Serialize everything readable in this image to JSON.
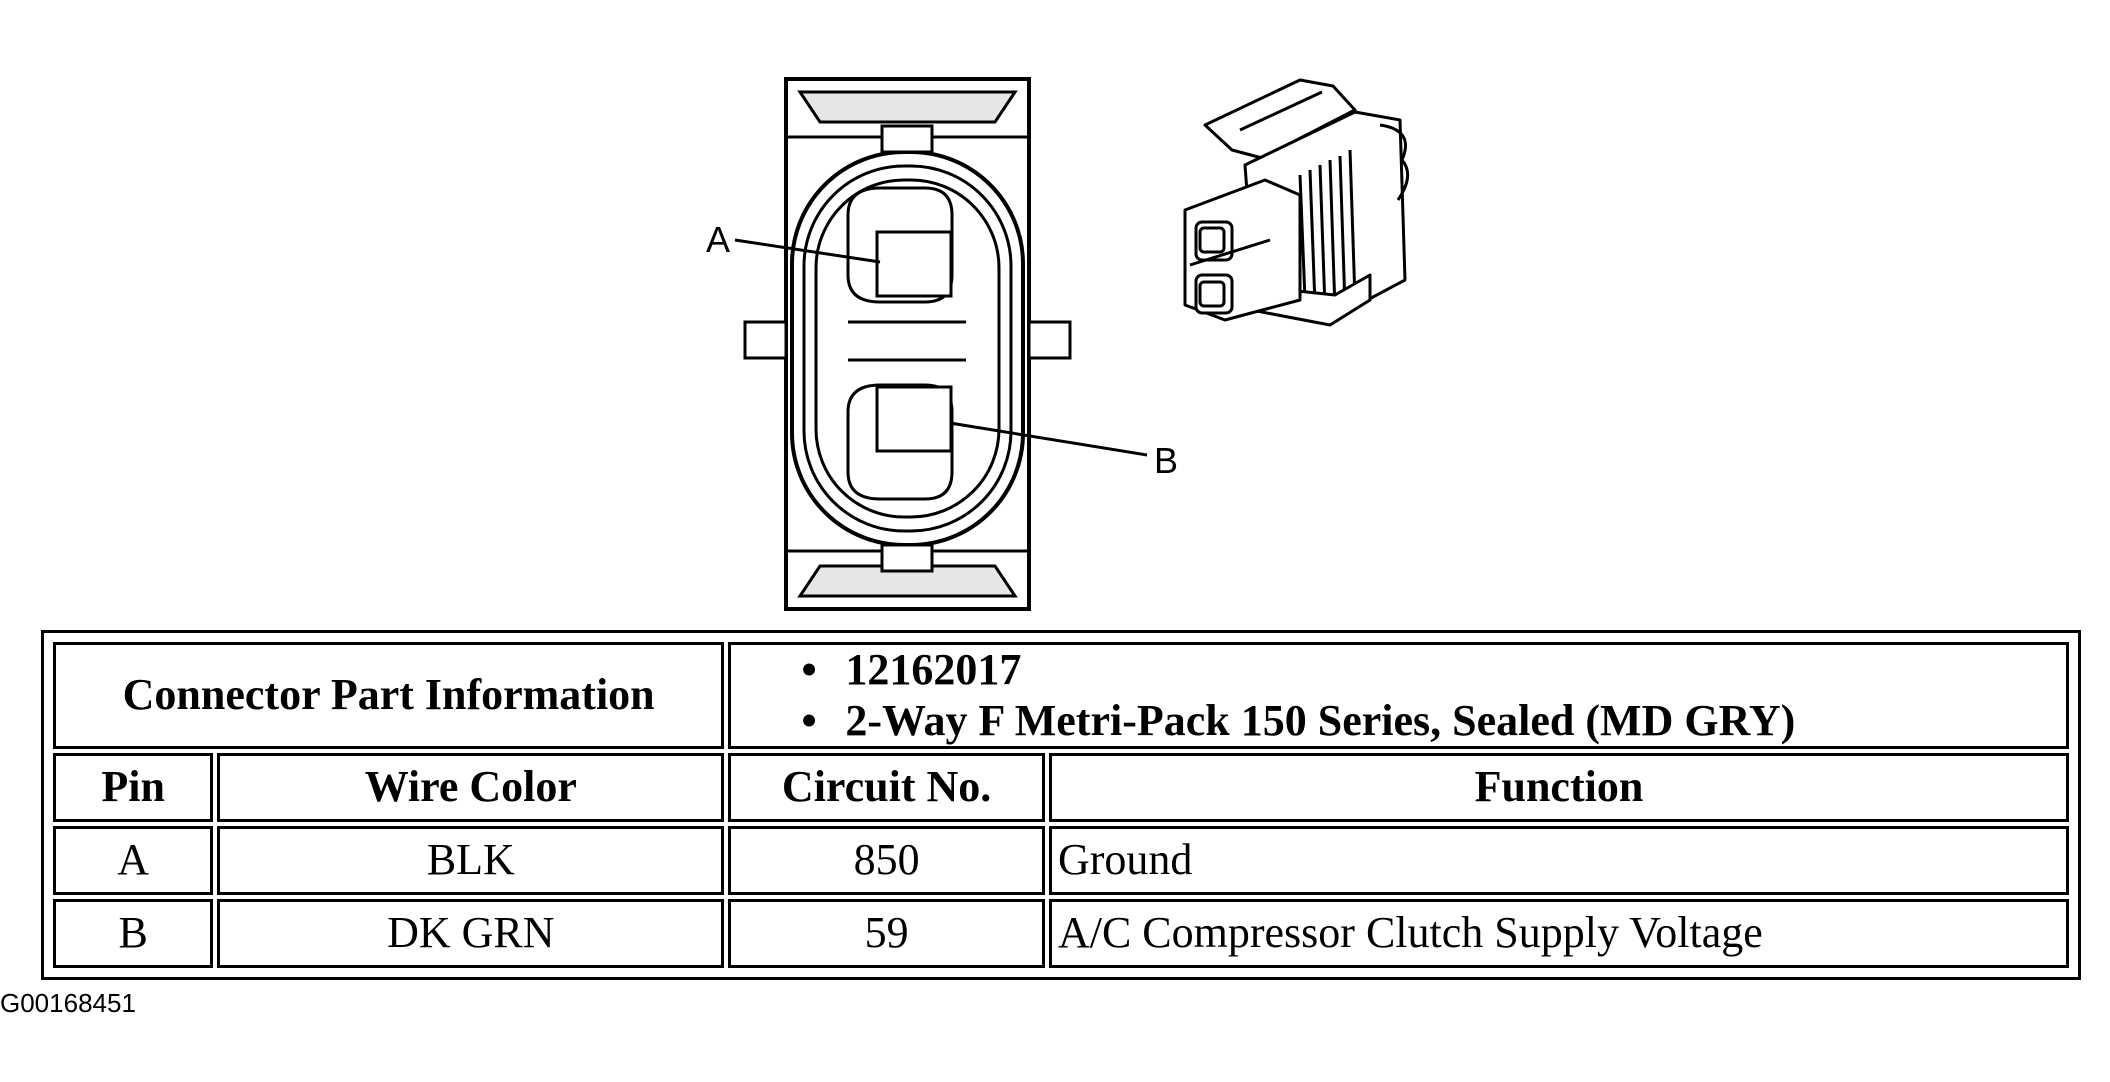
{
  "diagram": {
    "callout_a": "A",
    "callout_b": "B"
  },
  "table": {
    "part_info_label": "Connector Part Information",
    "part_info_lines": [
      "12162017",
      "2-Way F Metri-Pack 150 Series, Sealed (MD GRY)"
    ],
    "headers": [
      "Pin",
      "Wire Color",
      "Circuit No.",
      "Function"
    ],
    "rows": [
      [
        "A",
        "BLK",
        "850",
        "Ground"
      ],
      [
        "B",
        "DK GRN",
        "59",
        "A/C Compressor Clutch Supply Voltage"
      ]
    ]
  },
  "figure_id": "G00168451"
}
